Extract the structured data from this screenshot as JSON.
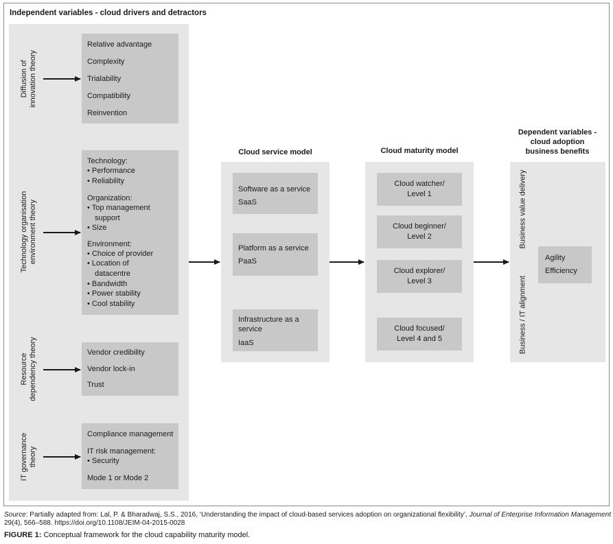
{
  "title": "Independent variables - cloud drivers and detractors",
  "theories": {
    "diffusion": [
      "Diffusion of",
      "innovation theory"
    ],
    "toe": [
      "Technology organisation",
      "environment theory"
    ],
    "resource": [
      "Resource",
      "dependency theory"
    ],
    "governance": [
      "IT governance",
      "theory"
    ]
  },
  "boxes": {
    "diffusion": [
      "Relative advantage",
      "Complexity",
      "Trialability",
      "Compatibility",
      "Reinvention"
    ],
    "toe": {
      "technology_heading": "Technology:",
      "technology": [
        "• Performance",
        "• Reliability"
      ],
      "organization_heading": "Organization:",
      "organization": [
        "• Top management",
        "support",
        "• Size"
      ],
      "environment_heading": "Environment:",
      "environment": [
        "• Choice of provider",
        "• Location of",
        "datacentre",
        "• Bandwidth",
        "• Power stability",
        "• Cool stability"
      ]
    },
    "resource": [
      "Vendor credibility",
      "Vendor lock-in",
      "Trust"
    ],
    "governance": [
      "Compliance management",
      "IT risk management:",
      "• Security",
      "Mode 1 or Mode 2"
    ]
  },
  "service_model": {
    "title": "Cloud service model",
    "items": [
      [
        "Software as a service",
        "SaaS"
      ],
      [
        "Platform as a service",
        "PaaS"
      ],
      [
        "Infrastructure as a",
        "service",
        "IaaS"
      ]
    ]
  },
  "maturity_model": {
    "title": "Cloud maturity model",
    "items": [
      [
        "Cloud watcher/",
        "Level 1"
      ],
      [
        "Cloud beginner/",
        "Level 2"
      ],
      [
        "Cloud explorer/",
        "Level 3"
      ],
      [
        "Cloud focused/",
        "Level 4 and 5"
      ]
    ]
  },
  "dependent": {
    "title": [
      "Dependent variables -",
      "cloud adoption",
      "business benefits"
    ],
    "side_top": "Business value delivery",
    "side_bottom": "Business / IT alignment",
    "benefits": [
      "Agility",
      "Efficiency"
    ]
  },
  "source": {
    "label": "Source",
    "text1": ": Partially adapted from: Lal, P. & Bharadwaj, S.S., 2016, ‘Understanding the impact of cloud-based services adoption on organizational flexibility’, ",
    "journal": "Journal of Enterprise Information Management",
    "text2": " 29(4), 566–588. https://doi.org/10.1108/JEIM-04-2015-0028"
  },
  "figure": {
    "label": "FIGURE 1:",
    "text": " Conceptual framework for the cloud capability maturity model."
  }
}
